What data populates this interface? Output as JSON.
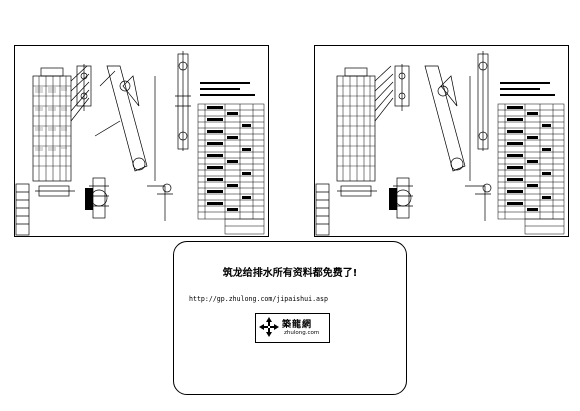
{
  "banner": {
    "title": "筑龙给排水所有资料都免费了!",
    "url": "http://gp.zhulong.com/jipaishui.asp",
    "logo_text": "築龍網",
    "logo_sub": "zhulong.com"
  },
  "icons": {
    "logo_mark": "four-arrows-icon"
  },
  "colors": {
    "line": "#000000",
    "background": "#ffffff"
  }
}
